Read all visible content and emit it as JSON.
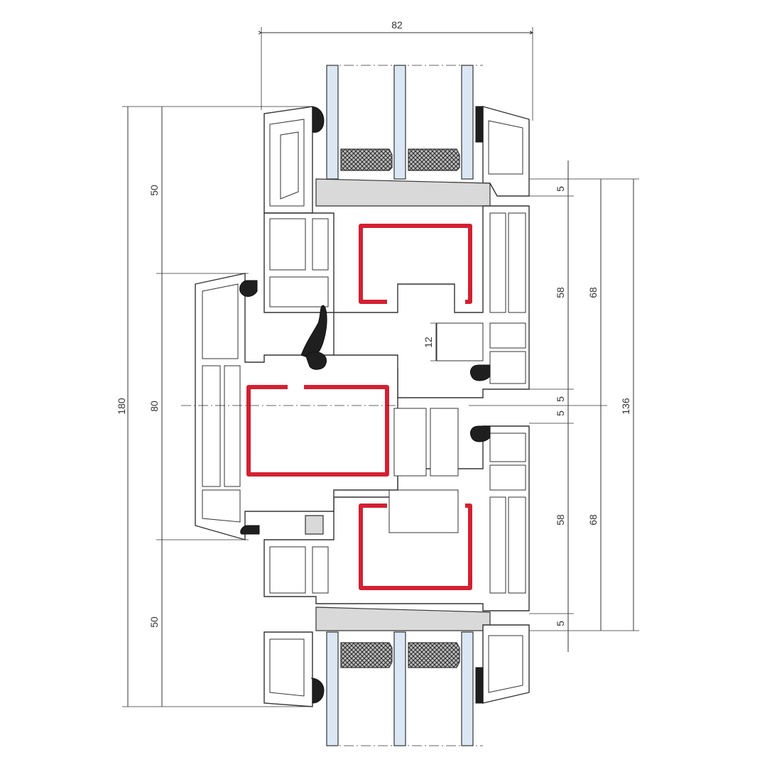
{
  "drawing": {
    "dimensions": {
      "top_width": "82",
      "left_outer": "180",
      "left_upper": "50",
      "left_middle": "80",
      "left_lower": "50",
      "right_gap_top": "5",
      "right_upper_58": "58",
      "right_upper_68": "68",
      "right_total": "136",
      "right_mid_gap_a": "5",
      "right_mid_gap_b": "5",
      "right_lower_58": "58",
      "right_lower_68": "68",
      "right_gap_bottom": "5",
      "inner_12": "12"
    },
    "colors": {
      "steel": "#d42032",
      "glass": "#dbe8f4",
      "gasket": "#1f1f1f",
      "block": "#d9d9d9",
      "line": "#333333"
    }
  }
}
